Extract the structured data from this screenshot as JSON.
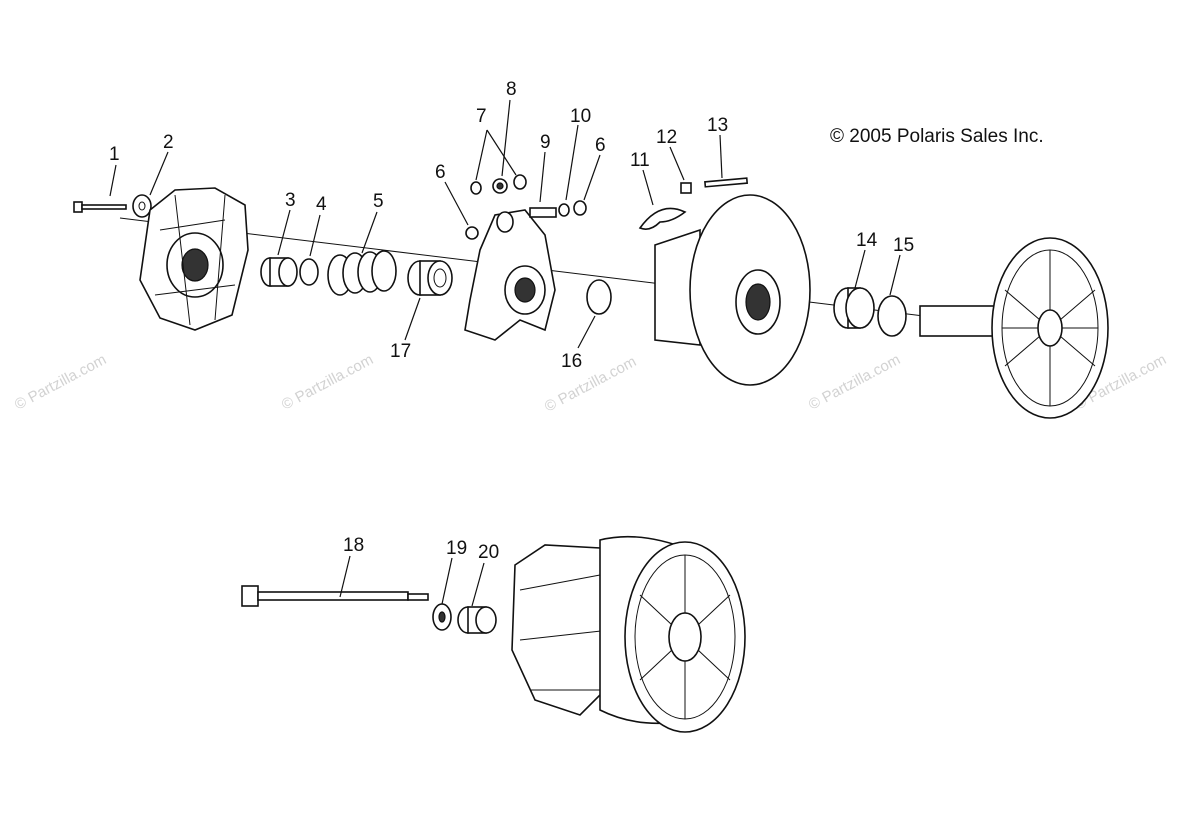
{
  "copyright": "© 2005 Polaris Sales Inc.",
  "watermarks": [
    "© Partzilla.com",
    "© Partzilla.com",
    "© Partzilla.com",
    "© Partzilla.com",
    "© Partzilla.com"
  ],
  "callouts": [
    "1",
    "2",
    "3",
    "4",
    "5",
    "6",
    "7",
    "8",
    "9",
    "10",
    "6",
    "11",
    "12",
    "13",
    "14",
    "15",
    "16",
    "17",
    "18",
    "19",
    "20"
  ]
}
